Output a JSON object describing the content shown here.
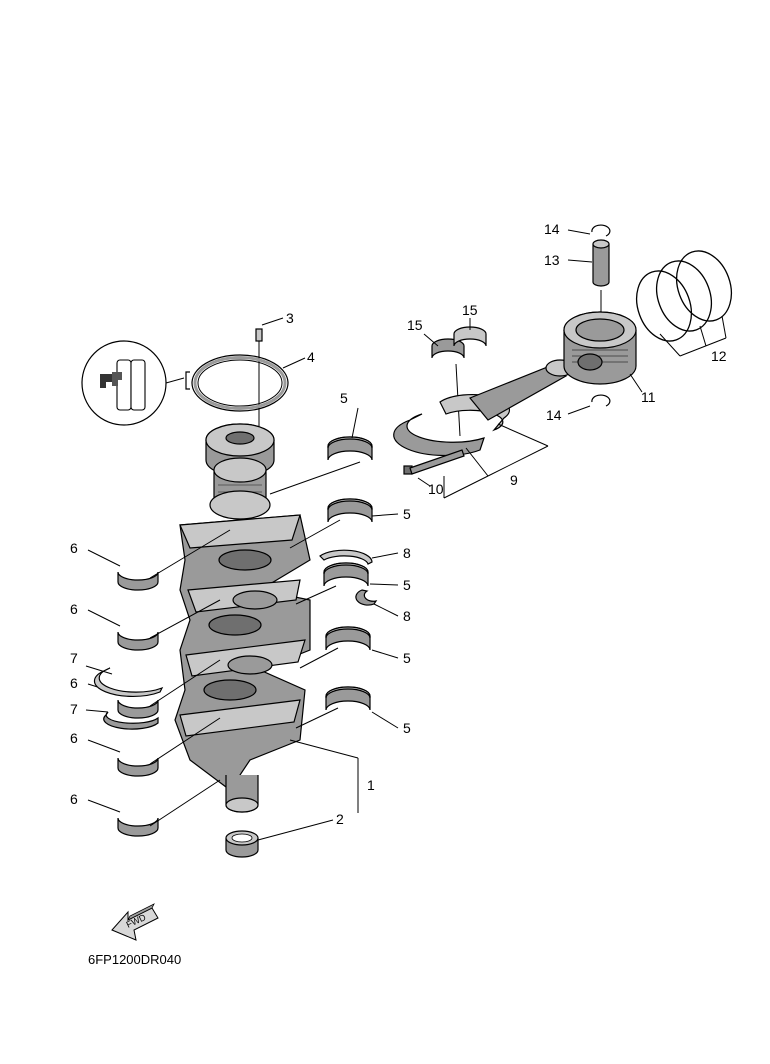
{
  "diagram_code": "6FP1200DR040",
  "fwd_label": "FWD",
  "callouts": [
    "1",
    "2",
    "3",
    "4",
    "5",
    "6",
    "7",
    "8",
    "9",
    "10",
    "11",
    "12",
    "13",
    "14",
    "15"
  ]
}
